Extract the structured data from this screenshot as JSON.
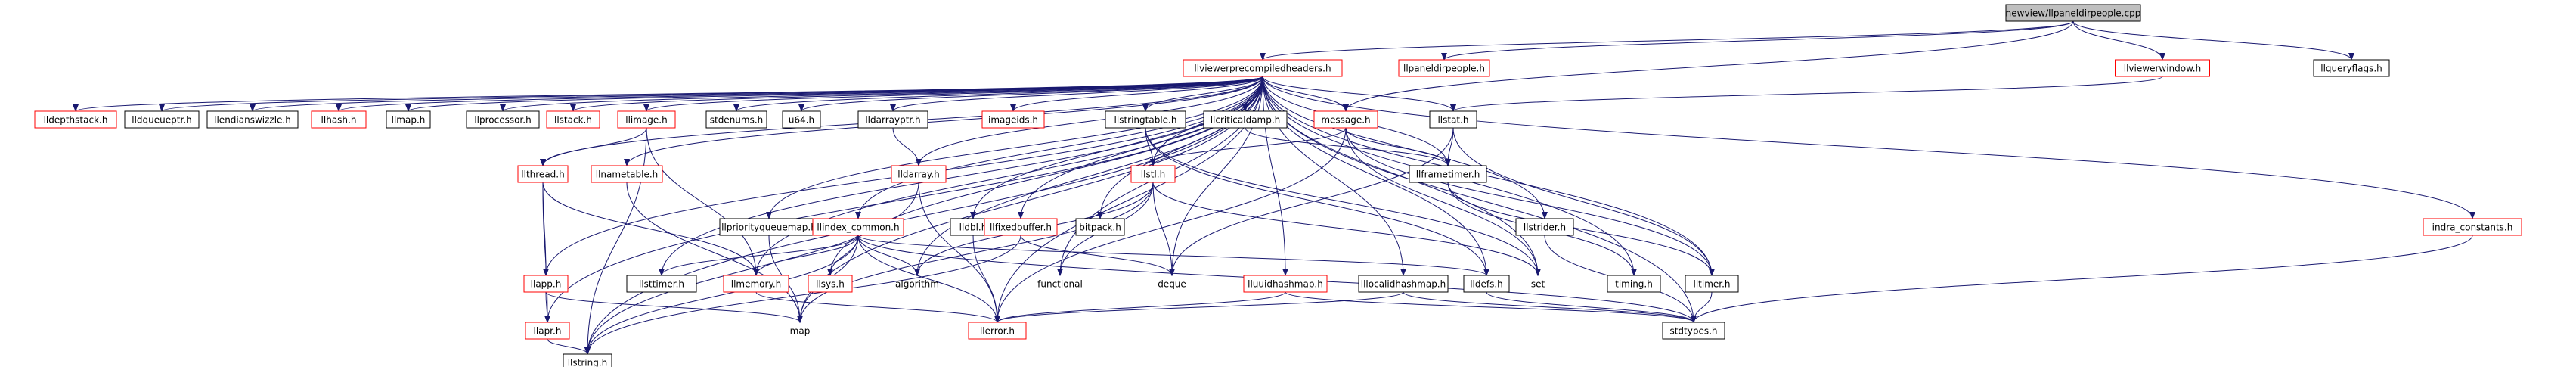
{
  "graph": {
    "root": "n0",
    "nodes": {
      "n0": {
        "label": "newview/llpaneldirpeople.cpp",
        "style": "root"
      },
      "n1": {
        "label": "llviewerprecompiledheaders.h",
        "style": "red"
      },
      "n2": {
        "label": "llpaneldirpeople.h",
        "style": "red"
      },
      "n3": {
        "label": "llviewerwindow.h",
        "style": "red"
      },
      "n4": {
        "label": "llqueryflags.h",
        "style": "black"
      },
      "n5": {
        "label": "lldepthstack.h",
        "style": "red"
      },
      "n6": {
        "label": "lldqueueptr.h",
        "style": "black"
      },
      "n7": {
        "label": "llendianswizzle.h",
        "style": "black"
      },
      "n8": {
        "label": "llhash.h",
        "style": "red"
      },
      "n9": {
        "label": "llmap.h",
        "style": "black"
      },
      "n10": {
        "label": "llprocessor.h",
        "style": "black"
      },
      "n11": {
        "label": "llstack.h",
        "style": "red"
      },
      "n12": {
        "label": "llimage.h",
        "style": "red"
      },
      "n13": {
        "label": "stdenums.h",
        "style": "black"
      },
      "n14": {
        "label": "u64.h",
        "style": "black"
      },
      "n15": {
        "label": "lldarrayptr.h",
        "style": "black"
      },
      "n16": {
        "label": "imageids.h",
        "style": "red"
      },
      "n17": {
        "label": "llstringtable.h",
        "style": "black"
      },
      "n18": {
        "label": "llcriticaldamp.h",
        "style": "black"
      },
      "n19": {
        "label": "message.h",
        "style": "red"
      },
      "n20": {
        "label": "llstat.h",
        "style": "black"
      },
      "n21": {
        "label": "indra_constants.h",
        "style": "red"
      },
      "n22": {
        "label": "llthread.h",
        "style": "red"
      },
      "n23": {
        "label": "llnametable.h",
        "style": "red"
      },
      "n24": {
        "label": "lldarray.h",
        "style": "red"
      },
      "n25": {
        "label": "llstl.h",
        "style": "red"
      },
      "n26": {
        "label": "llframetimer.h",
        "style": "black"
      },
      "n27": {
        "label": "llstrider.h",
        "style": "black"
      },
      "n28": {
        "label": "llpriorityqueuemap.h",
        "style": "black"
      },
      "n29": {
        "label": "lldbl.h",
        "style": "black"
      },
      "n30": {
        "label": "llindex_common.h",
        "style": "red"
      },
      "n31": {
        "label": "llfixedbuffer.h",
        "style": "red"
      },
      "n32": {
        "label": "bitpack.h",
        "style": "black"
      },
      "n33": {
        "label": "llapp.h",
        "style": "red"
      },
      "n34": {
        "label": "llsttimer.h",
        "style": "black"
      },
      "n35": {
        "label": "llmemory.h",
        "style": "red"
      },
      "n36": {
        "label": "llsys.h",
        "style": "red"
      },
      "n37": {
        "label": "algorithm",
        "style": "plain"
      },
      "n38": {
        "label": "functional",
        "style": "plain"
      },
      "n39": {
        "label": "deque",
        "style": "plain"
      },
      "n40": {
        "label": "lluuidhashmap.h",
        "style": "red"
      },
      "n41": {
        "label": "lllocalidhashmap.h",
        "style": "black"
      },
      "n42": {
        "label": "lldefs.h",
        "style": "black"
      },
      "n43": {
        "label": "set",
        "style": "plain"
      },
      "n44": {
        "label": "timing.h",
        "style": "black"
      },
      "n45": {
        "label": "lltimer.h",
        "style": "black"
      },
      "n46": {
        "label": "llapr.h",
        "style": "red"
      },
      "n47": {
        "label": "map",
        "style": "plain"
      },
      "n48": {
        "label": "llerror.h",
        "style": "red"
      },
      "n49": {
        "label": "stdtypes.h",
        "style": "black"
      },
      "n50": {
        "label": "llstring.h",
        "style": "black"
      }
    },
    "edges": [
      [
        "n0",
        "n1"
      ],
      [
        "n0",
        "n2"
      ],
      [
        "n0",
        "n3"
      ],
      [
        "n0",
        "n4"
      ],
      [
        "n0",
        "n19"
      ],
      [
        "n1",
        "n5"
      ],
      [
        "n1",
        "n6"
      ],
      [
        "n1",
        "n7"
      ],
      [
        "n1",
        "n8"
      ],
      [
        "n1",
        "n9"
      ],
      [
        "n1",
        "n10"
      ],
      [
        "n1",
        "n11"
      ],
      [
        "n1",
        "n12"
      ],
      [
        "n1",
        "n13"
      ],
      [
        "n1",
        "n14"
      ],
      [
        "n1",
        "n15"
      ],
      [
        "n1",
        "n16"
      ],
      [
        "n1",
        "n17"
      ],
      [
        "n1",
        "n18"
      ],
      [
        "n1",
        "n19"
      ],
      [
        "n1",
        "n20"
      ],
      [
        "n1",
        "n21"
      ],
      [
        "n1",
        "n22"
      ],
      [
        "n1",
        "n23"
      ],
      [
        "n1",
        "n24"
      ],
      [
        "n1",
        "n25"
      ],
      [
        "n1",
        "n26"
      ],
      [
        "n1",
        "n27"
      ],
      [
        "n1",
        "n28"
      ],
      [
        "n1",
        "n29"
      ],
      [
        "n1",
        "n30"
      ],
      [
        "n1",
        "n31"
      ],
      [
        "n1",
        "n32"
      ],
      [
        "n1",
        "n33"
      ],
      [
        "n1",
        "n34"
      ],
      [
        "n1",
        "n35"
      ],
      [
        "n1",
        "n36"
      ],
      [
        "n1",
        "n37"
      ],
      [
        "n1",
        "n38"
      ],
      [
        "n1",
        "n39"
      ],
      [
        "n1",
        "n40"
      ],
      [
        "n1",
        "n41"
      ],
      [
        "n1",
        "n42"
      ],
      [
        "n1",
        "n43"
      ],
      [
        "n1",
        "n44"
      ],
      [
        "n1",
        "n45"
      ],
      [
        "n1",
        "n46"
      ],
      [
        "n1",
        "n47"
      ],
      [
        "n1",
        "n48"
      ],
      [
        "n1",
        "n49"
      ],
      [
        "n1",
        "n50"
      ],
      [
        "n3",
        "n20"
      ],
      [
        "n12",
        "n22"
      ],
      [
        "n12",
        "n35"
      ],
      [
        "n12",
        "n50"
      ],
      [
        "n15",
        "n24"
      ],
      [
        "n17",
        "n25"
      ],
      [
        "n17",
        "n42"
      ],
      [
        "n17",
        "n43"
      ],
      [
        "n18",
        "n26"
      ],
      [
        "n19",
        "n25"
      ],
      [
        "n19",
        "n43"
      ],
      [
        "n19",
        "n45"
      ],
      [
        "n19",
        "n48"
      ],
      [
        "n19",
        "n26"
      ],
      [
        "n20",
        "n26"
      ],
      [
        "n20",
        "n45"
      ],
      [
        "n20",
        "n39"
      ],
      [
        "n21",
        "n49"
      ],
      [
        "n22",
        "n33"
      ],
      [
        "n22",
        "n46"
      ],
      [
        "n22",
        "n35"
      ],
      [
        "n23",
        "n47"
      ],
      [
        "n24",
        "n48"
      ],
      [
        "n24",
        "n50"
      ],
      [
        "n25",
        "n37"
      ],
      [
        "n25",
        "n38"
      ],
      [
        "n25",
        "n39"
      ],
      [
        "n25",
        "n47"
      ],
      [
        "n25",
        "n43"
      ],
      [
        "n26",
        "n44"
      ],
      [
        "n26",
        "n45"
      ],
      [
        "n27",
        "n49"
      ],
      [
        "n28",
        "n47"
      ],
      [
        "n29",
        "n48"
      ],
      [
        "n30",
        "n34"
      ],
      [
        "n30",
        "n35"
      ],
      [
        "n30",
        "n36"
      ],
      [
        "n30",
        "n37"
      ],
      [
        "n30",
        "n47"
      ],
      [
        "n30",
        "n48"
      ],
      [
        "n30",
        "n42"
      ],
      [
        "n30",
        "n50"
      ],
      [
        "n30",
        "n49"
      ],
      [
        "n31",
        "n39"
      ],
      [
        "n31",
        "n50"
      ],
      [
        "n33",
        "n46"
      ],
      [
        "n33",
        "n47"
      ],
      [
        "n35",
        "n48"
      ],
      [
        "n40",
        "n48"
      ],
      [
        "n40",
        "n49"
      ],
      [
        "n41",
        "n48"
      ],
      [
        "n41",
        "n49"
      ],
      [
        "n42",
        "n49"
      ],
      [
        "n45",
        "n49"
      ],
      [
        "n46",
        "n50"
      ]
    ]
  }
}
